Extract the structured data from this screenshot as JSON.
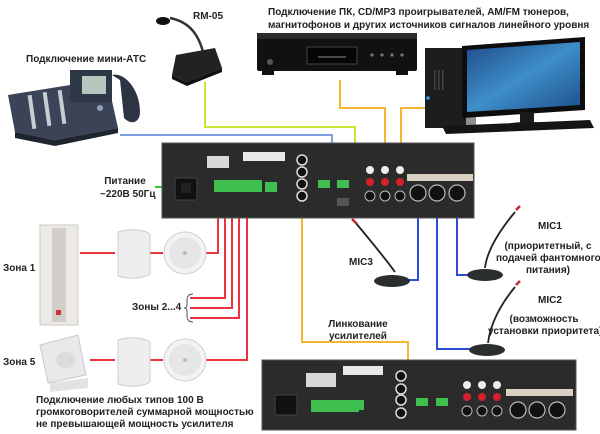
{
  "labels": {
    "rm05": "RM-05",
    "pbx": "Подключение мини-АТС",
    "sources_line1": "Подключение ПК, CD/MP3 проигрывателей, AM/FM тюнеров,",
    "sources_line2": "магнитофонов и других источников сигналов линейного уровня",
    "power_line1": "Питание",
    "power_line2": "~220В 50Гц",
    "zone1": "Зона 1",
    "zones24": "Зоны 2...4",
    "zone5": "Зона 5",
    "speakers_line1": "Подключение любых типов 100 В",
    "speakers_line2": "громкоговорителей суммарной мощностью",
    "speakers_line3": "не превышающей мощность усилителя",
    "mic3": "MIC3",
    "mic1": "MIC1",
    "mic1_line1": "(приоритетный, с",
    "mic1_line2": "подачей фантомного",
    "mic1_line3": "питания)",
    "mic2": "MIC2",
    "mic2_line1": "(возможность",
    "mic2_line2": "установки приоритета)",
    "link_line1": "Линкование",
    "link_line2": "усилителей"
  },
  "colors": {
    "speaker_wire": "#e8323c",
    "mic_wire": "#2a4fd6",
    "line_wire": "#f2b632",
    "power_wire": "#34c434",
    "rm_wire": "#c8e632",
    "pbx_wire": "#7da0e0",
    "amp_panel": "#2b2b2b",
    "terminal_green": "#3fbf4f"
  }
}
